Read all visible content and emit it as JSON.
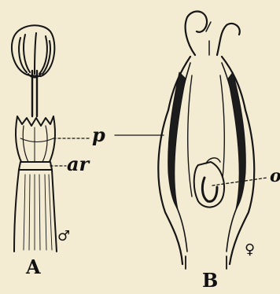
{
  "figure": {
    "labels": {
      "p": "p",
      "ar": "ar",
      "o": "o",
      "A": "A",
      "B": "B"
    },
    "symbols": {
      "male": "♂",
      "female": "♀"
    }
  }
}
